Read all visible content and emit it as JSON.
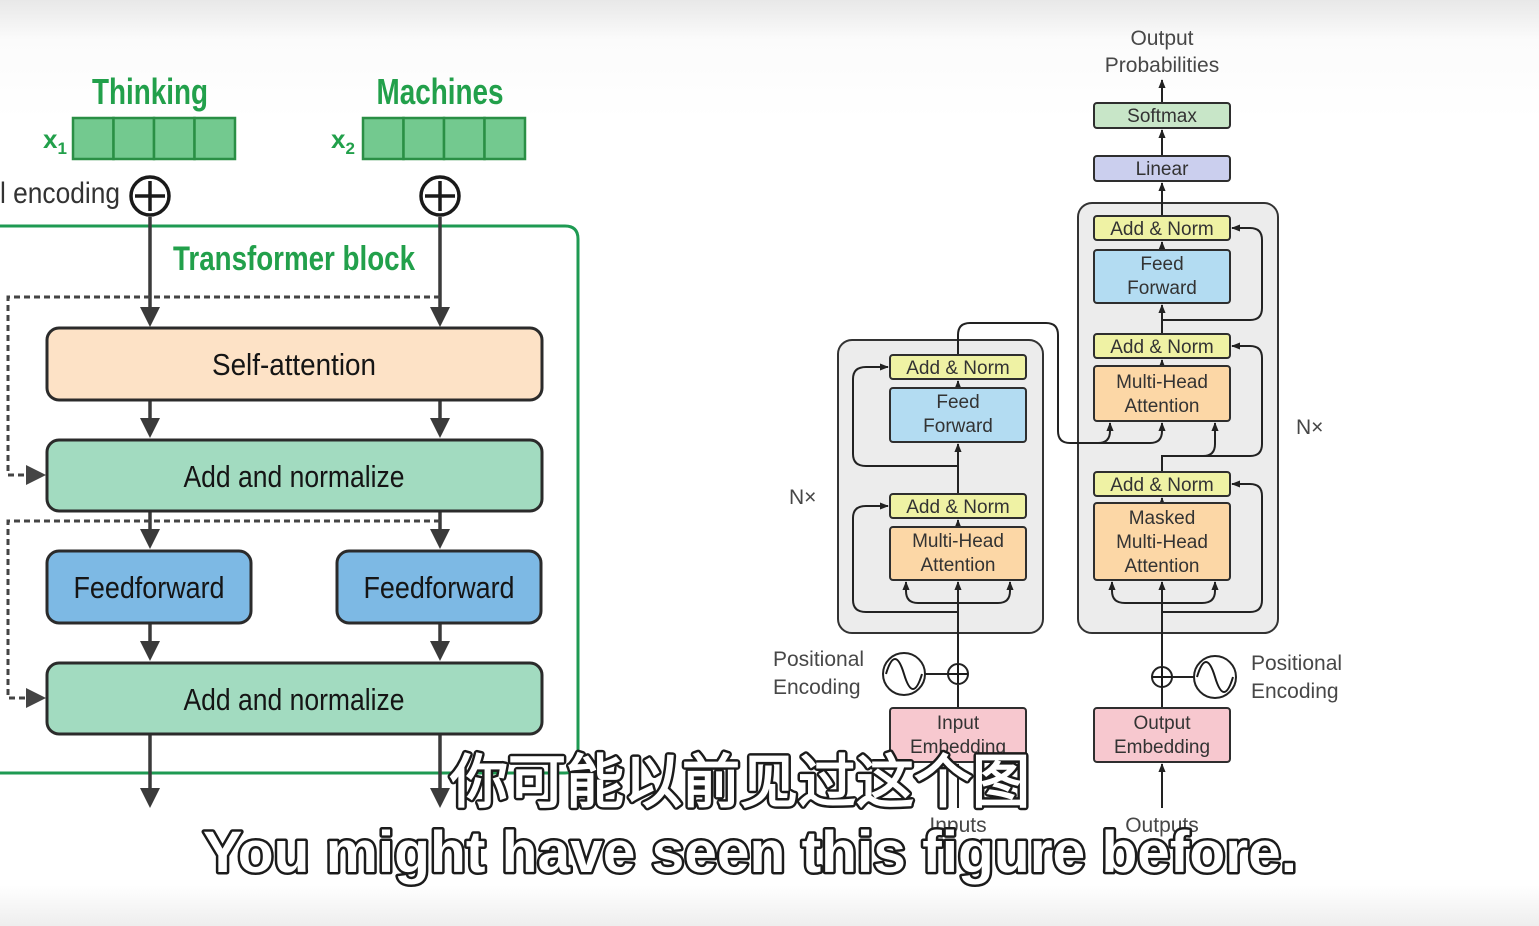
{
  "left_diagram": {
    "tokens": [
      {
        "word": "Thinking",
        "vector_symbol": "x",
        "vector_index": "1"
      },
      {
        "word": "Machines",
        "vector_symbol": "x",
        "vector_index": "2"
      }
    ],
    "positional_encoding_label": "l encoding",
    "block_title": "Transformer block",
    "self_attention_label": "Self-attention",
    "add_normalize_1_label": "Add and normalize",
    "feedforward_labels": [
      "Feedforward",
      "Feedforward"
    ],
    "add_normalize_2_label": "Add and normalize"
  },
  "right_diagram": {
    "output_probabilities": [
      "Output",
      "Probabilities"
    ],
    "softmax_label": "Softmax",
    "linear_label": "Linear",
    "decoder": {
      "add_norm_top": "Add & Norm",
      "feed_forward": [
        "Feed",
        "Forward"
      ],
      "add_norm_middle": "Add & Norm",
      "multi_head_attention": [
        "Multi-Head",
        "Attention"
      ],
      "add_norm_bottom": "Add & Norm",
      "masked_multi_head_attention": [
        "Masked",
        "Multi-Head",
        "Attention"
      ],
      "repeat_label": "N×",
      "positional_encoding": [
        "Positional",
        "Encoding"
      ],
      "embedding": [
        "Output",
        "Embedding"
      ],
      "input_label": "Outputs"
    },
    "encoder": {
      "add_norm_top": "Add & Norm",
      "feed_forward": [
        "Feed",
        "Forward"
      ],
      "add_norm_bottom": "Add & Norm",
      "multi_head_attention": [
        "Multi-Head",
        "Attention"
      ],
      "repeat_label": "N×",
      "positional_encoding": [
        "Positional",
        "Encoding"
      ],
      "embedding": [
        "Input",
        "Embedding"
      ],
      "input_label": "Inputs"
    }
  },
  "subtitles": {
    "chinese": "你可能以前见过这个图",
    "english": "You might have seen this figure before."
  },
  "icons": {
    "add": "plus-circle-icon",
    "positional": "sine-wave-icon"
  },
  "colors": {
    "accent_green": "#22a04b",
    "token_cell": "#73c98f",
    "self_attention": "#fde2c6",
    "add_normalize": "#a2dbc0",
    "feedforward_left": "#7db9e4",
    "add_norm": "#eff2a4",
    "feed_forward": "#b3dcf2",
    "multi_head_attention": "#fcd7a6",
    "softmax": "#c8e6c8",
    "linear": "#cbcfee",
    "embedding": "#f7c8cf",
    "stack_background": "#ececec"
  }
}
